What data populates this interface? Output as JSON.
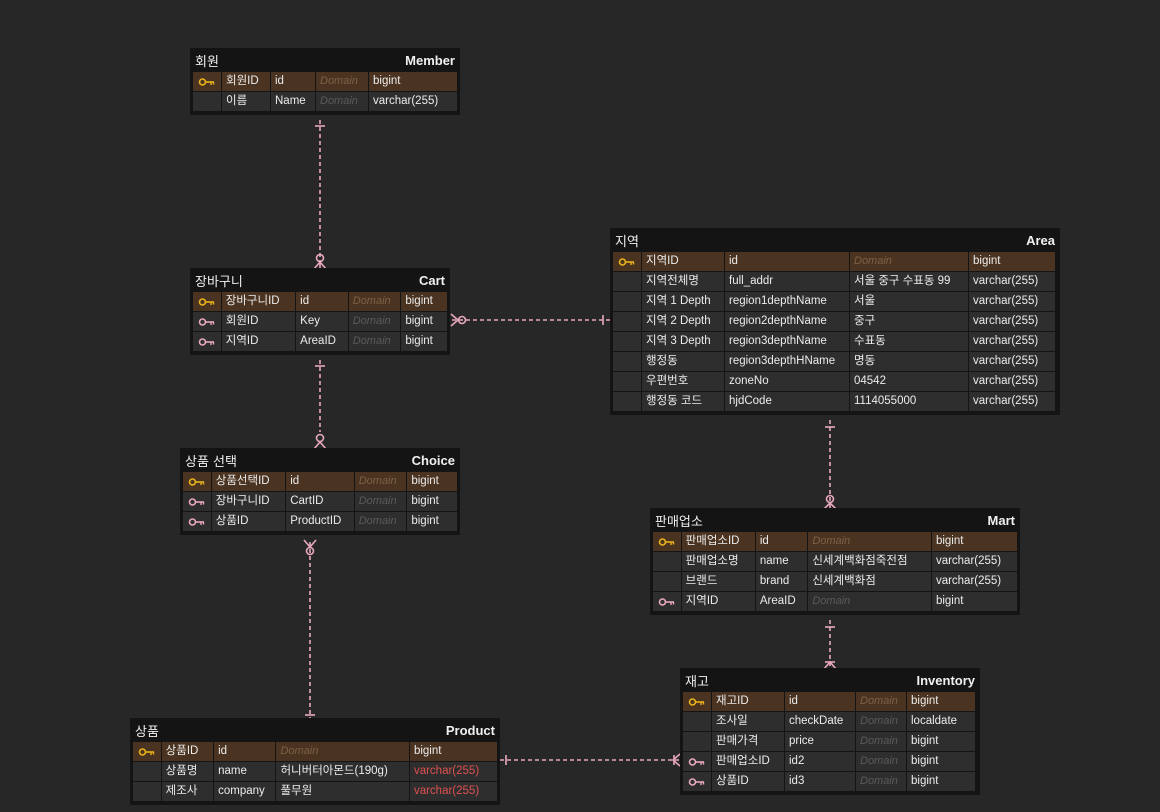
{
  "colors": {
    "background": "#272727",
    "entity_bg": "#141414",
    "pk_row": "#4a3320",
    "primary_key_icon": "#e8b31a",
    "foreign_key_icon": "#e8a8c0",
    "relationship_line": "#e8a8c0",
    "error_text": "#e05050"
  },
  "entities": [
    {
      "name": "회원",
      "eng": "Member",
      "rows": [
        {
          "icon": "primary-key-icon",
          "label": "회원ID",
          "col": "id",
          "domain": "Domain",
          "type": "bigint"
        },
        {
          "icon": "",
          "label": "이름",
          "col": "Name",
          "domain": "Domain",
          "type": "varchar(255)"
        }
      ]
    },
    {
      "name": "장바구니",
      "eng": "Cart",
      "rows": [
        {
          "icon": "primary-key-icon",
          "label": "장바구니ID",
          "col": "id",
          "domain": "Domain",
          "type": "bigint"
        },
        {
          "icon": "foreign-key-icon",
          "label": "회원ID",
          "col": "Key",
          "domain": "Domain",
          "type": "bigint"
        },
        {
          "icon": "foreign-key-icon",
          "label": "지역ID",
          "col": "AreaID",
          "domain": "Domain",
          "type": "bigint"
        }
      ]
    },
    {
      "name": "상품 선택",
      "eng": "Choice",
      "rows": [
        {
          "icon": "primary-key-icon",
          "label": "상품선택ID",
          "col": "id",
          "domain": "Domain",
          "type": "bigint"
        },
        {
          "icon": "foreign-key-icon",
          "label": "장바구니ID",
          "col": "CartID",
          "domain": "Domain",
          "type": "bigint"
        },
        {
          "icon": "foreign-key-icon",
          "label": "상품ID",
          "col": "ProductID",
          "domain": "Domain",
          "type": "bigint"
        }
      ]
    },
    {
      "name": "상품",
      "eng": "Product",
      "rows": [
        {
          "icon": "primary-key-icon",
          "label": "상품ID",
          "col": "id",
          "domain": "Domain",
          "type": "bigint"
        },
        {
          "icon": "",
          "label": "상품명",
          "col": "name",
          "domain": "허니버터아몬드(190g)",
          "type": "varchar(255)",
          "type_error": true
        },
        {
          "icon": "",
          "label": "제조사",
          "col": "company",
          "domain": "풀무원",
          "type": "varchar(255)",
          "type_error": true
        }
      ]
    },
    {
      "name": "지역",
      "eng": "Area",
      "rows": [
        {
          "icon": "primary-key-icon",
          "label": "지역ID",
          "col": "id",
          "domain": "Domain",
          "type": "bigint"
        },
        {
          "icon": "",
          "label": "지역전체명",
          "col": "full_addr",
          "domain": "서울 중구 수표동 99",
          "type": "varchar(255)"
        },
        {
          "icon": "",
          "label": "지역 1 Depth",
          "col": "region1depthName",
          "domain": "서울",
          "type": "varchar(255)"
        },
        {
          "icon": "",
          "label": "지역 2 Depth",
          "col": "region2depthName",
          "domain": "중구",
          "type": "varchar(255)"
        },
        {
          "icon": "",
          "label": "지역 3 Depth",
          "col": "region3depthName",
          "domain": "수표동",
          "type": "varchar(255)"
        },
        {
          "icon": "",
          "label": "행정동",
          "col": "region3depthHName",
          "domain": "명동",
          "type": "varchar(255)"
        },
        {
          "icon": "",
          "label": "우편번호",
          "col": "zoneNo",
          "domain": "04542",
          "type": "varchar(255)"
        },
        {
          "icon": "",
          "label": "행정동 코드",
          "col": "hjdCode",
          "domain": "1114055000",
          "type": "varchar(255)"
        }
      ]
    },
    {
      "name": "판매업소",
      "eng": "Mart",
      "rows": [
        {
          "icon": "primary-key-icon",
          "label": "판매업소ID",
          "col": "id",
          "domain": "Domain",
          "type": "bigint"
        },
        {
          "icon": "",
          "label": "판매업소명",
          "col": "name",
          "domain": "신세계백화점죽전점",
          "type": "varchar(255)"
        },
        {
          "icon": "",
          "label": "브랜드",
          "col": "brand",
          "domain": "신세계백화점",
          "type": "varchar(255)"
        },
        {
          "icon": "foreign-key-icon",
          "label": "지역ID",
          "col": "AreaID",
          "domain": "Domain",
          "type": "bigint"
        }
      ]
    },
    {
      "name": "재고",
      "eng": "Inventory",
      "rows": [
        {
          "icon": "primary-key-icon",
          "label": "재고ID",
          "col": "id",
          "domain": "Domain",
          "type": "bigint"
        },
        {
          "icon": "",
          "label": "조사일",
          "col": "checkDate",
          "domain": "Domain",
          "type": "localdate"
        },
        {
          "icon": "",
          "label": "판매가격",
          "col": "price",
          "domain": "Domain",
          "type": "bigint"
        },
        {
          "icon": "foreign-key-icon",
          "label": "판매업소ID",
          "col": "id2",
          "domain": "Domain",
          "type": "bigint"
        },
        {
          "icon": "foreign-key-icon",
          "label": "상품ID",
          "col": "id3",
          "domain": "Domain",
          "type": "bigint"
        }
      ]
    }
  ]
}
